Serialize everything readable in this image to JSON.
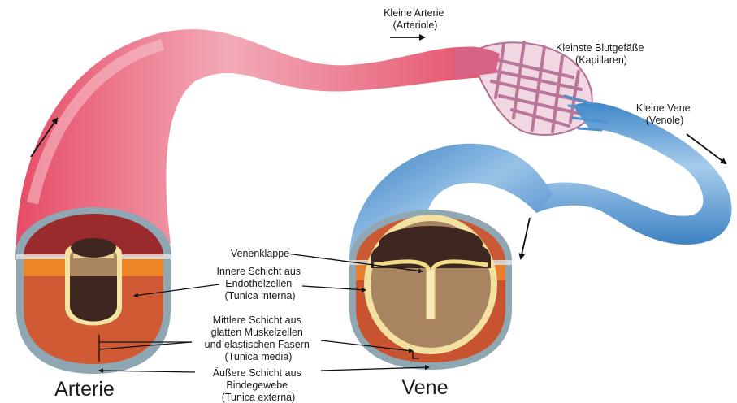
{
  "labels": {
    "arteriole": [
      "Kleine Arterie",
      "(Arteriole)"
    ],
    "capillaries": [
      "Kleinste Blutgefäße",
      "(Kapillaren)"
    ],
    "venule": [
      "Kleine Vene",
      "(Venole)"
    ],
    "valve": "Venenklappe",
    "intima": [
      "Innere Schicht aus",
      "Endothelzellen",
      "(Tunica interna)"
    ],
    "media": [
      "Mittlere Schicht aus",
      "glatten Muskelzellen",
      "und elastischen Fasern",
      "(Tunica media)"
    ],
    "externa": [
      "Äußere Schicht aus",
      "Bindegewebe",
      "(Tunica externa)"
    ],
    "artery_title": "Arterie",
    "vein_title": "Vene"
  },
  "colors": {
    "artery": "#e7566f",
    "vein": "#4b92cf",
    "capillary": "#c77fa0",
    "externa": "#8ea7b2",
    "media_artery": "#c95a33",
    "lumen_dark": "#3e2720",
    "lumen_tan": "#a88560",
    "intima": "#f3e2a4"
  }
}
